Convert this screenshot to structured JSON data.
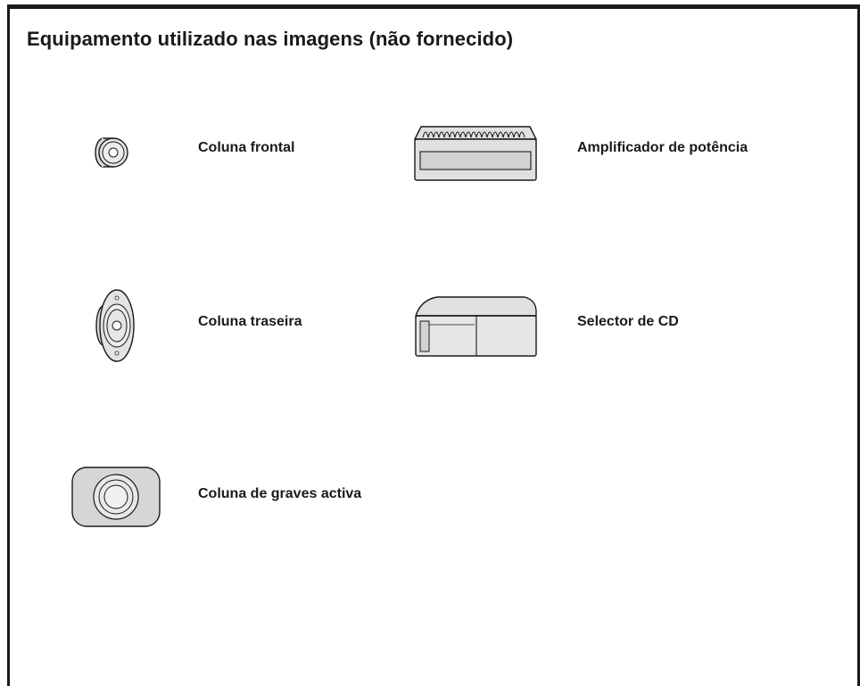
{
  "page": {
    "title": "Equipamento utilizado nas imagens (não fornecido)"
  },
  "items": [
    {
      "label": "Coluna frontal",
      "icon": "front-speaker-icon"
    },
    {
      "label": "Amplificador de potência",
      "icon": "power-amplifier-icon"
    },
    {
      "label": "Coluna traseira",
      "icon": "rear-speaker-icon"
    },
    {
      "label": "Selector de CD",
      "icon": "cd-changer-icon"
    },
    {
      "label": "Coluna de graves activa",
      "icon": "active-subwoofer-icon"
    }
  ]
}
